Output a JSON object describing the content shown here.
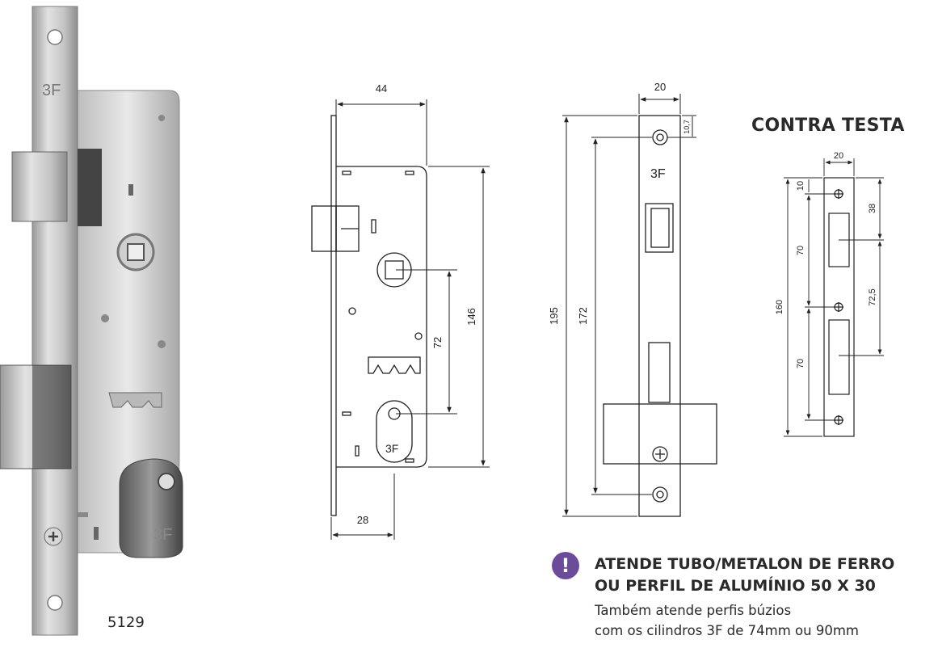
{
  "product": {
    "model_number": "5129",
    "photo_logo_mark": "3F"
  },
  "side_view": {
    "dim_width_top": "44",
    "dim_width_bottom": "28",
    "dim_height_body": "146",
    "dim_center_distance": "72"
  },
  "front_view": {
    "dim_faceplate_width": "20",
    "dim_hole_offset": "10,7",
    "dim_total_length": "195",
    "dim_hole_spacing": "172"
  },
  "contra_testa": {
    "title": "CONTRA TESTA",
    "dim_width": "20",
    "dim_top_hole": "10",
    "dim_upper_gap": "70",
    "dim_lower_gap": "70",
    "dim_total": "160",
    "dim_first_slot": "38",
    "dim_second_slot": "72,5"
  },
  "notice": {
    "icon": "exclamation-icon",
    "icon_glyph": "!",
    "line1": "ATENDE TUBO/METALON DE FERRO",
    "line2": "OU PERFIL DE ALUMÍNIO 50 X 30",
    "sub1": "Também atende perfis búzios",
    "sub2": "com os cilindros 3F de 74mm ou 90mm",
    "accent_color": "#6b4c9a"
  }
}
